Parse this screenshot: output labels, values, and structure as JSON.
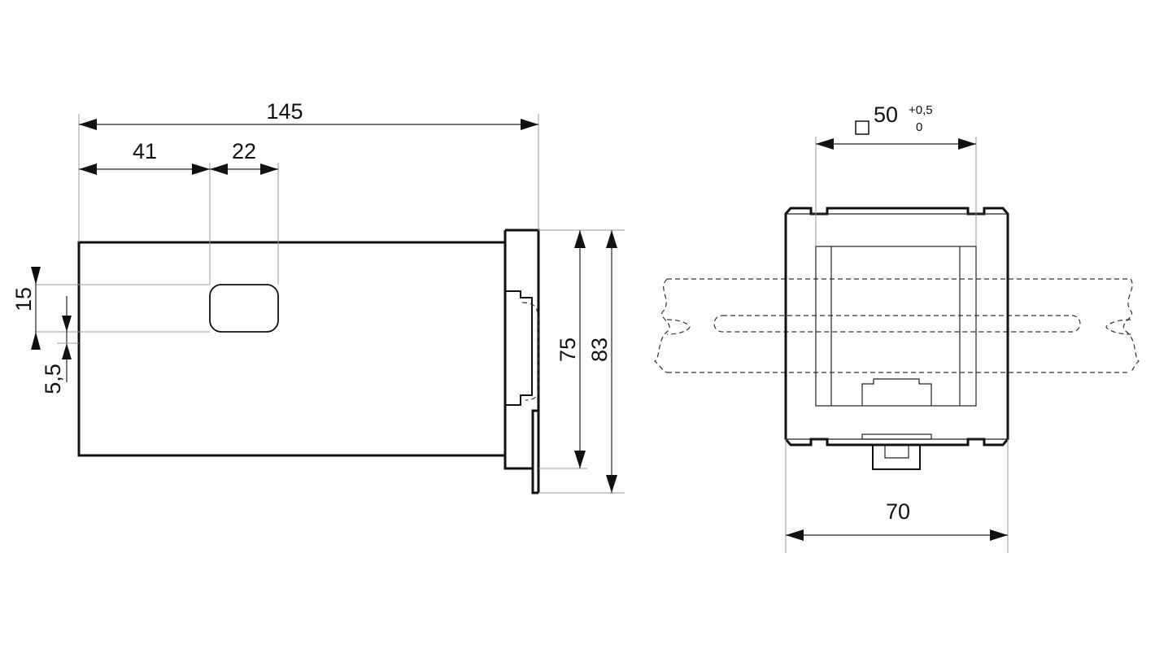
{
  "side_view": {
    "dim_length_total": "145",
    "dim_offset_41": "41",
    "dim_window_width": "22",
    "dim_window_height": "15",
    "dim_window_offset": "5,5",
    "dim_front_inner": "75",
    "dim_front_total": "83"
  },
  "front_view": {
    "dim_cutout": "50",
    "tol_upper": "+0,5",
    "tol_lower": "0",
    "dim_width": "70"
  },
  "colors": {
    "line": "#111111",
    "background": "#ffffff"
  }
}
